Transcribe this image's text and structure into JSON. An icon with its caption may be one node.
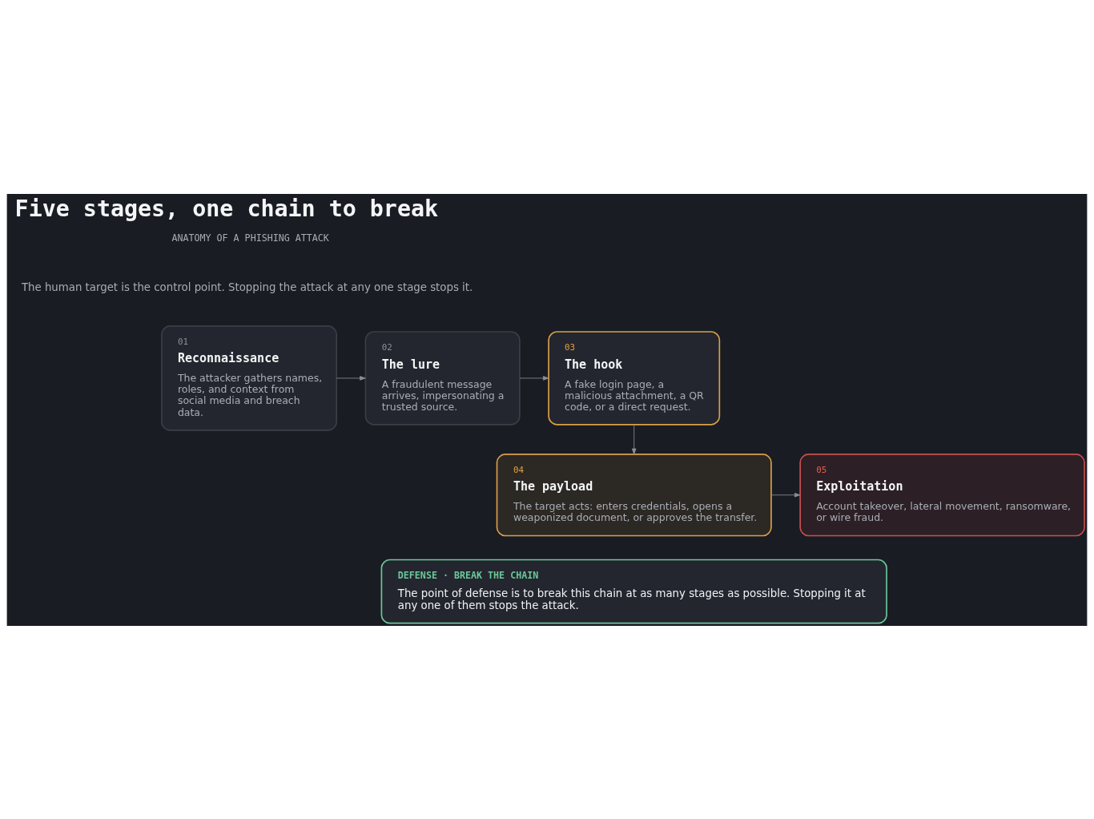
{
  "diagram": {
    "title": "Five stages, one chain to break",
    "nodes": [
      {
        "text": [
          "01",
          "Reconnaissance",
          "The attacker gathers names, roles, and context from social media and breach data."
        ]
      },
      {
        "text": [
          "02",
          "The lure",
          "A fraudulent message arrives, impersonating a trusted source."
        ]
      },
      {
        "text": [
          "03",
          "The hook",
          "A fake login page, a malicious attachment, a QR code, or a direct request."
        ]
      },
      {
        "text": [
          "04",
          "The payload",
          "The target acts: enters credentials, opens a weaponized document, or approves the transfer."
        ]
      },
      {
        "text": [
          "05",
          "Exploitation",
          "Account takeover, lateral movement, ransomware, or wire fraud."
        ]
      },
      {
        "text": [
          "DEFENSE · BREAK THE CHAIN",
          "The point of defense is to break this chain at as many stages as possible. Stopping it at any one of them stops the attack."
        ]
      }
    ],
    "edges": [
      {
        "from": 0,
        "to": 1,
        "arrow": "to"
      },
      {
        "from": 1,
        "to": 2,
        "arrow": "to"
      },
      {
        "from": 2,
        "to": 3,
        "arrow": "to"
      },
      {
        "from": 3,
        "to": 4,
        "arrow": "to"
      }
    ],
    "labels": [
      "ANATOMY OF A PHISHING ATTACK",
      "The human target is the control point. Stopping the attack at any one stage stops it."
    ]
  }
}
